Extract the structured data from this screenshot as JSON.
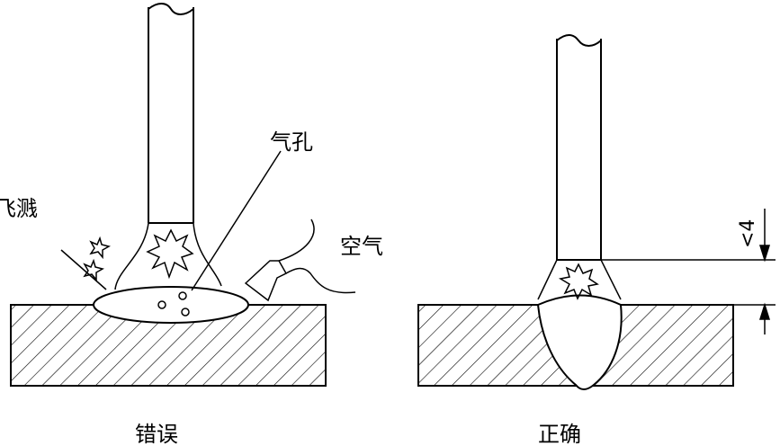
{
  "labels": {
    "spatter": "飞溅",
    "porosity": "气孔",
    "air": "空气",
    "wrong": "错误",
    "correct": "正确",
    "arc_length_limit": "<4"
  },
  "colors": {
    "line": "#000000",
    "background": "#ffffff"
  }
}
